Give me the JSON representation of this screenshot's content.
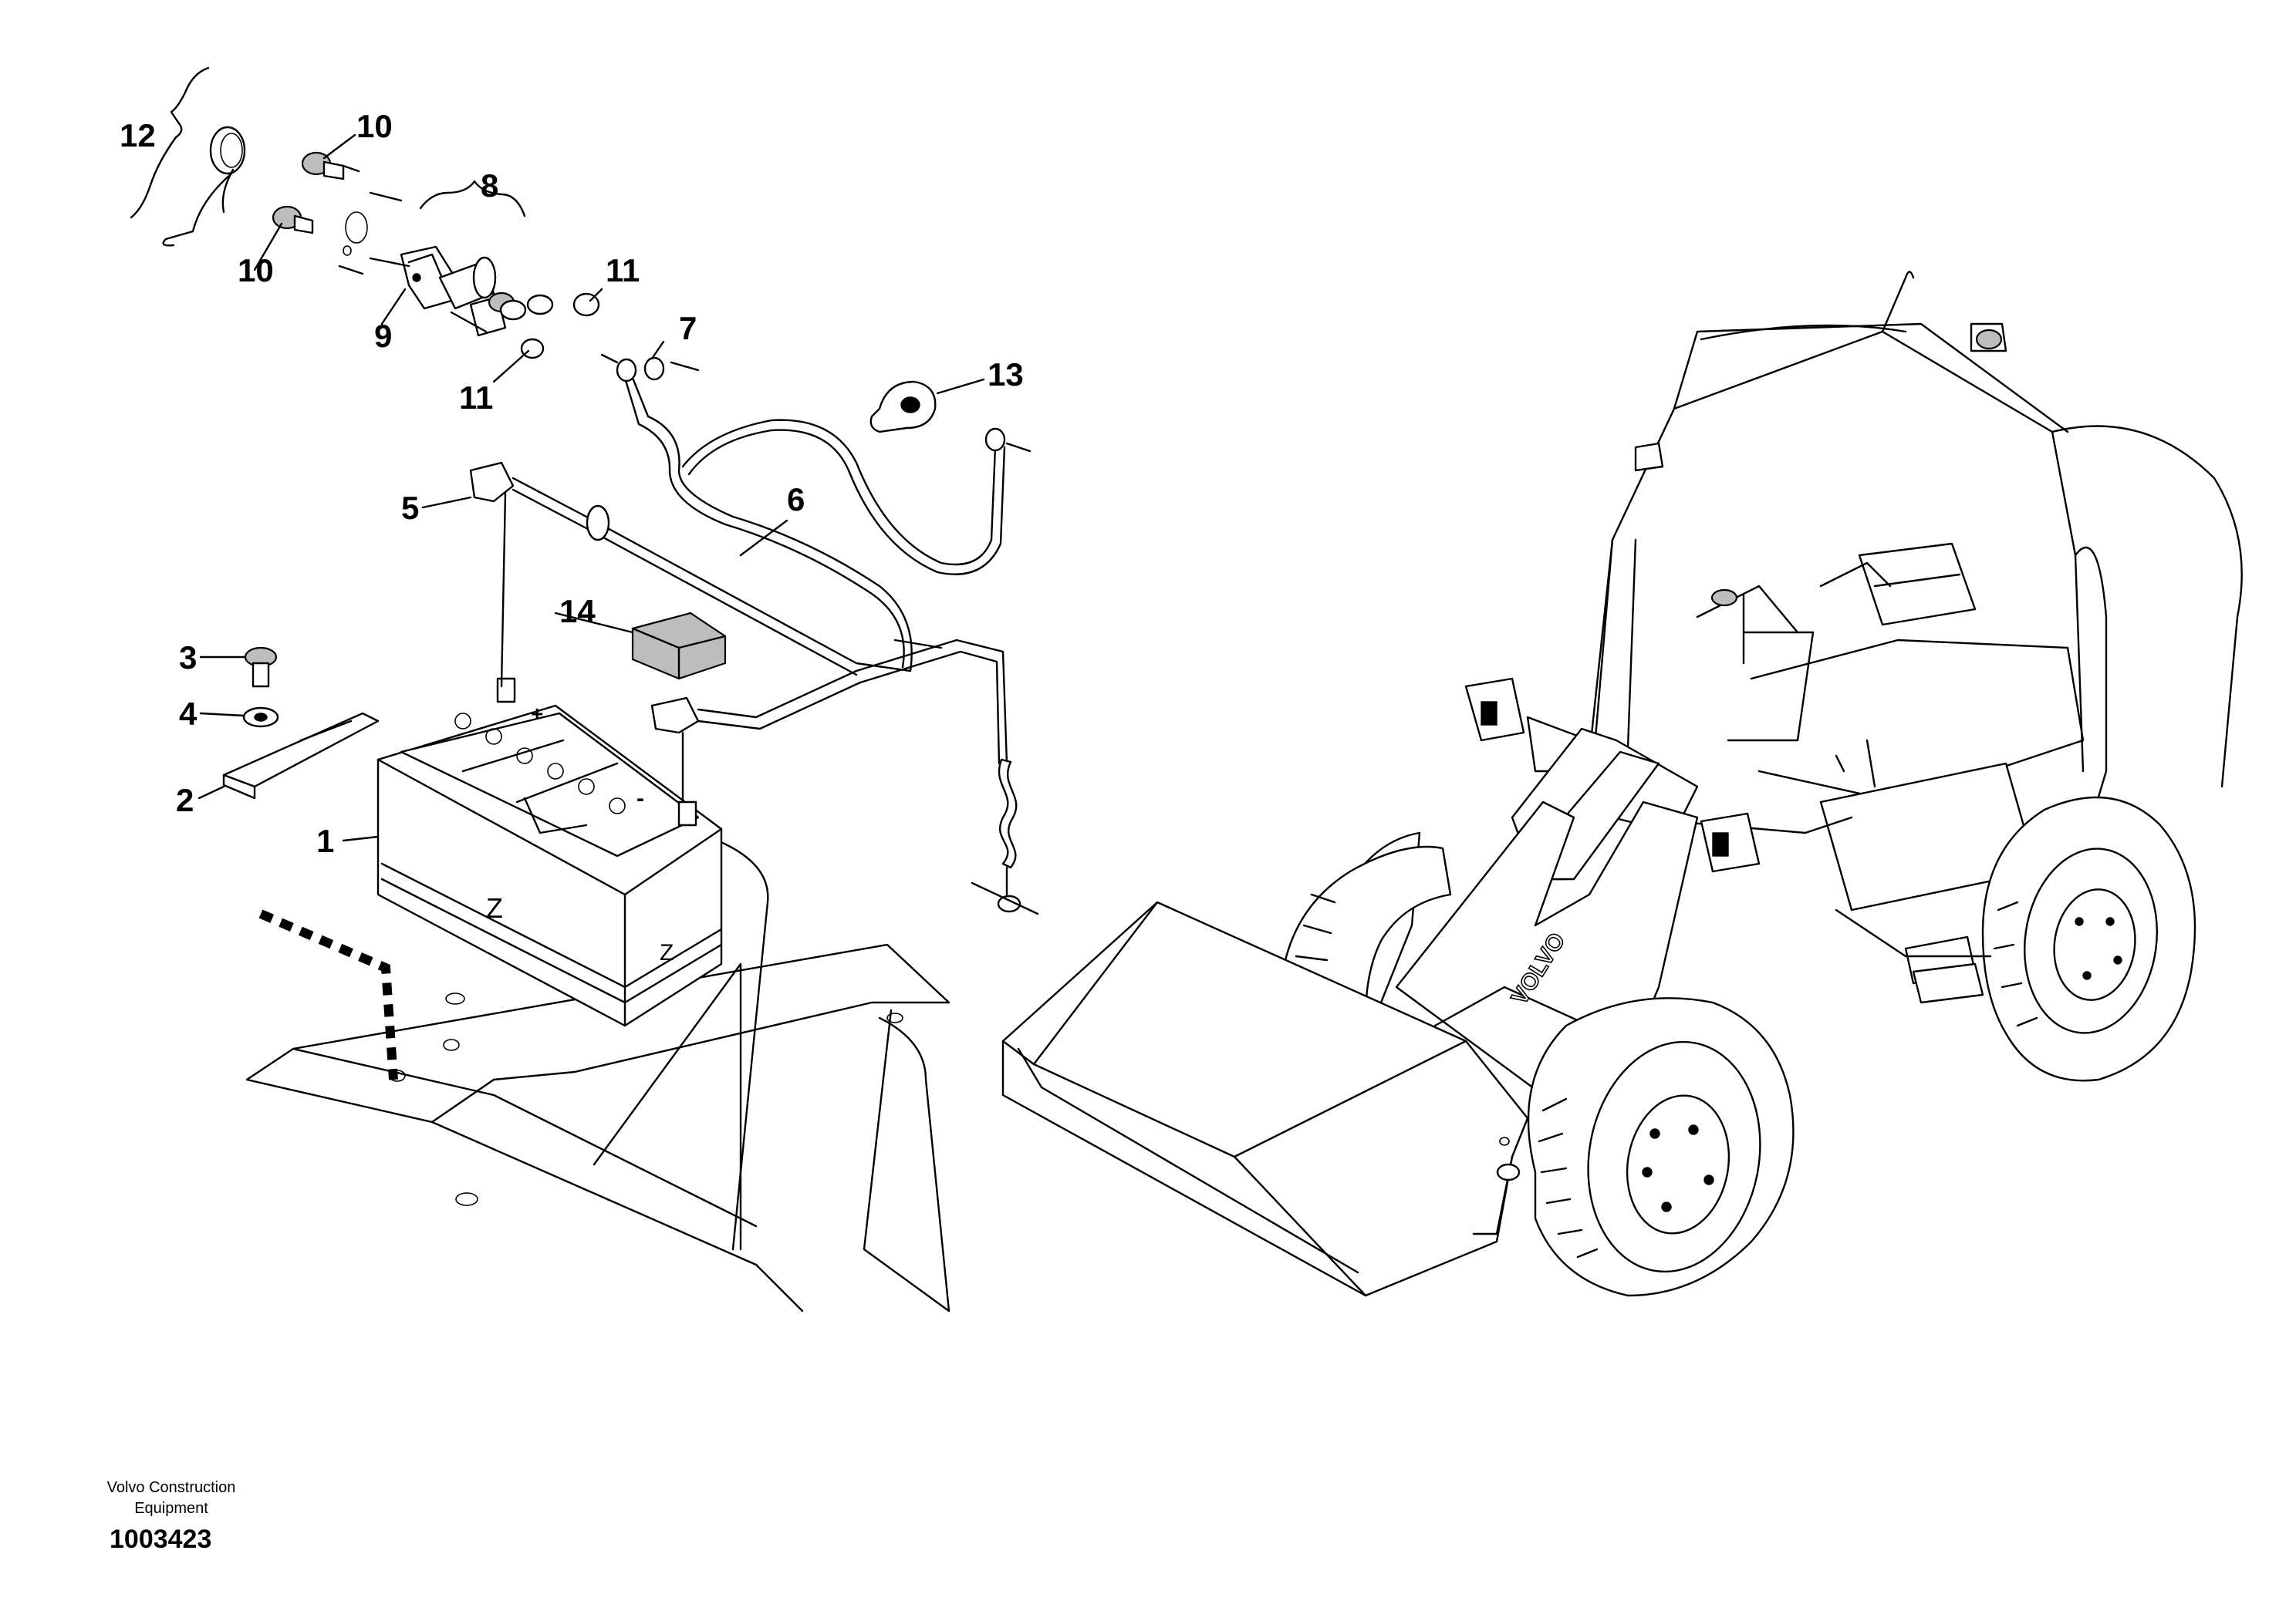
{
  "diagram": {
    "callouts": {
      "c1": "1",
      "c2": "2",
      "c3": "3",
      "c4": "4",
      "c5": "5",
      "c6": "6",
      "c7": "7",
      "c8": "8",
      "c9": "9",
      "c10a": "10",
      "c10b": "10",
      "c11a": "11",
      "c11b": "11",
      "c12": "12",
      "c13": "13",
      "c14": "14"
    },
    "battery_marks": {
      "plus": "+",
      "minus": "-",
      "z_front": "Z",
      "z_side": "Z"
    },
    "brand_on_arm": "VOLVO"
  },
  "footer": {
    "company_line1": "Volvo Construction",
    "company_line2": "Equipment",
    "drawing_id": "1003423"
  }
}
